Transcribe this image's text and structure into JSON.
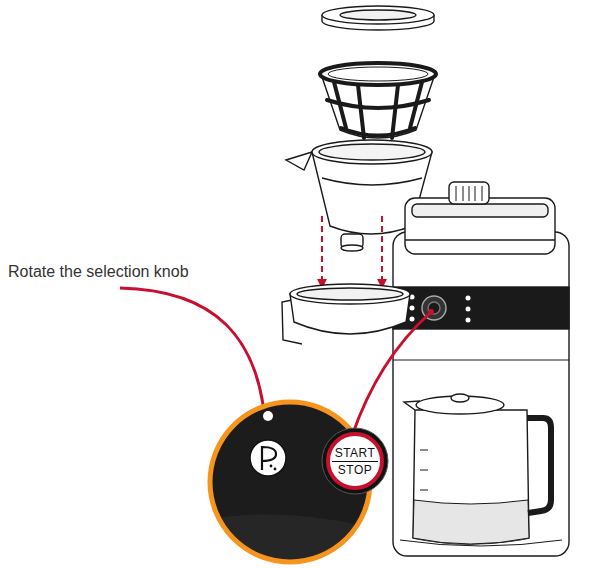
{
  "diagram": {
    "nodes": [
      {
        "text": [
          "START",
          "STOP"
        ]
      }
    ],
    "labels": [
      "Rotate the selection knob"
    ]
  }
}
